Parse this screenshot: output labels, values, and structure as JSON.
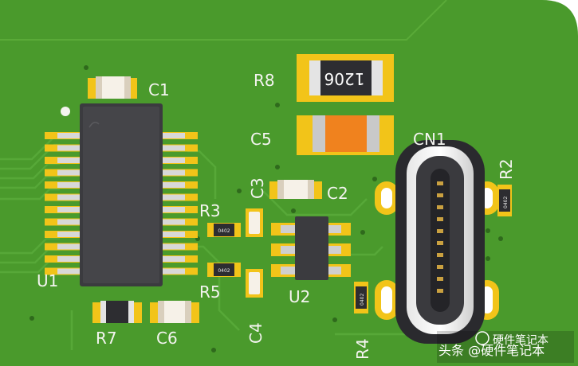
{
  "board": {
    "colors": {
      "pcb": "#4a9a2c",
      "pcb_dark": "#3e8a24",
      "pad": "#f2c419",
      "ic_body": "#3b3b3f",
      "silkscreen": "#f4f4f0",
      "ceramic": "#f6f1e8",
      "orange": "#f0821e"
    },
    "labels": {
      "c1": "C1",
      "r8": "R8",
      "c5": "C5",
      "cn1": "CN1",
      "r2": "R2",
      "c3": "C3",
      "c2": "C2",
      "r3": "R3",
      "r5": "R5",
      "u1": "U1",
      "u2": "U2",
      "r7": "R7",
      "c6": "C6",
      "c4": "C4",
      "r4": "R4"
    },
    "markings": {
      "r8_package": "1206",
      "r3_package": "0402",
      "r5_package": "0402",
      "r2_package": "0402",
      "r4_package": "0402"
    }
  },
  "watermark": {
    "icon": "chat-bubble-icon",
    "text": "头条 @硬件笔记本",
    "logo_text": "硬件笔记本"
  }
}
